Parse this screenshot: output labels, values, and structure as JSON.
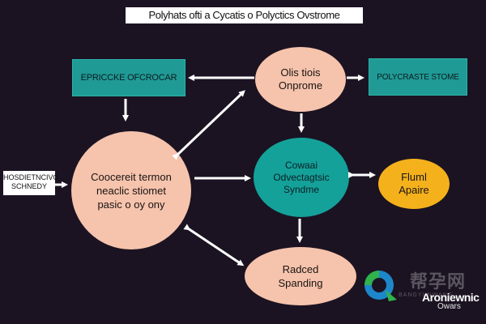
{
  "title": "Polyhats ofti a Cycatis o Polyctics Ovstrome",
  "boxes": {
    "left_top": "EPRICCKE OFCROCAR",
    "right_top": "POLYCRASTE STOME"
  },
  "side_label": "HOSDIETNCIVO\nSCHNEDY",
  "nodes": {
    "top": "Olis tiois\nOnprome",
    "center_big": "Coocereit termon\nneaclic stiomet\npasic o oy ony",
    "teal_mid": "Cowaai\nOdvectagtsic\nSyndme",
    "yellow": "Fluml\nApaire",
    "bottom": "Radced\nSpanding"
  },
  "watermark": {
    "cn_text": "帮孕网",
    "sub_text": "BANGYUNWANG",
    "brand_line1": "Aroniewnic",
    "brand_line2": "Owars"
  },
  "colors": {
    "background": "#1b1322",
    "peach": "#f6c3ac",
    "teal": "#14a199",
    "yellow": "#f4b11c",
    "arrow": "#ffffff"
  }
}
